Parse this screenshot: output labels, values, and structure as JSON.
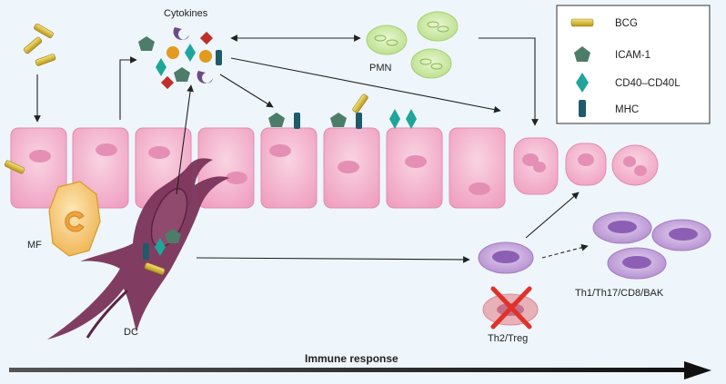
{
  "labels": {
    "cytokines": "Cytokines",
    "pmn": "PMN",
    "mf": "MF",
    "dc": "DC",
    "th2_treg": "Th2/Treg",
    "th1_group": "Th1/Th17/CD8/BAK",
    "immune_response": "Immune response"
  },
  "legend": {
    "items": [
      {
        "icon": "bcg-icon",
        "label": "BCG"
      },
      {
        "icon": "icam-1-icon",
        "label": "ICAM-1"
      },
      {
        "icon": "cd40-cd40l-icon",
        "label": "CD40–CD40L"
      },
      {
        "icon": "mhc-icon",
        "label": "MHC"
      }
    ]
  },
  "colors": {
    "background": "#eef6fb",
    "epithelial_cell": "#f4bfd3",
    "epithelial_nucleus": "#e58fb5",
    "pmn": "#cfeaa6",
    "macrophage": "#f5c56a",
    "dc": "#7a3358",
    "lymphocyte": "#c9a9dd",
    "lymphocyte_nucleus": "#8d5fb4",
    "icam": "#4d7c68",
    "cd40": "#1fa59a",
    "mhc": "#1f5b6a",
    "bcg": "#d4b428",
    "cytokine_red": "#c0302a",
    "cytokine_orange": "#e49a1f",
    "cytokine_purple": "#6b4a8a",
    "cross": "#e0312b",
    "arrow": "#222222"
  }
}
